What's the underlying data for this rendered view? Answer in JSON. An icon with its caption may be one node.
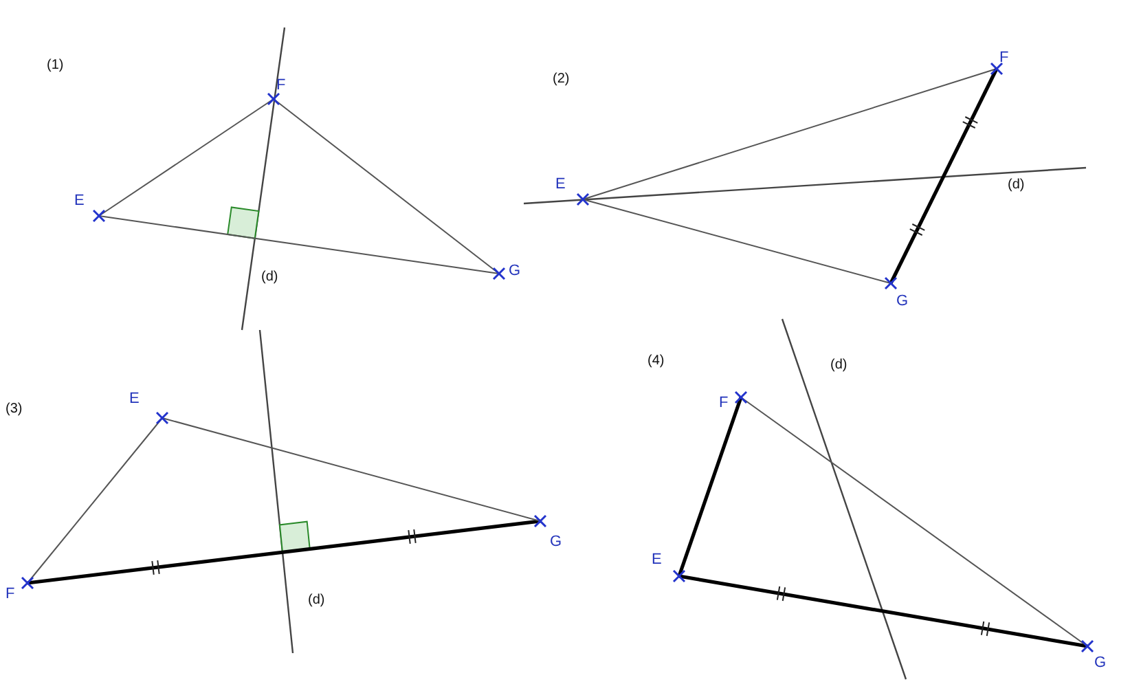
{
  "diagram": {
    "nodes": [
      {
        "text": [
          "E"
        ]
      },
      {
        "text": [
          "F"
        ]
      },
      {
        "text": [
          "G"
        ]
      },
      {
        "text": [
          "E"
        ]
      },
      {
        "text": [
          "F"
        ]
      },
      {
        "text": [
          "G"
        ]
      },
      {
        "text": [
          "E"
        ]
      },
      {
        "text": [
          "F"
        ]
      },
      {
        "text": [
          "G"
        ]
      },
      {
        "text": [
          "F"
        ]
      },
      {
        "text": [
          "E"
        ]
      },
      {
        "text": [
          "G"
        ]
      }
    ],
    "edges": [
      {
        "from": 0,
        "to": 1,
        "arrow": "none"
      },
      {
        "from": 1,
        "to": 2,
        "arrow": "none"
      },
      {
        "from": 2,
        "to": 0,
        "arrow": "none"
      },
      {
        "from": 3,
        "to": 4,
        "arrow": "none"
      },
      {
        "from": 4,
        "to": 5,
        "arrow": "none",
        "style": "thick"
      },
      {
        "from": 5,
        "to": 3,
        "arrow": "none"
      },
      {
        "from": 6,
        "to": 7,
        "arrow": "none"
      },
      {
        "from": 7,
        "to": 8,
        "arrow": "none",
        "style": "thick"
      },
      {
        "from": 8,
        "to": 6,
        "arrow": "none"
      },
      {
        "from": 9,
        "to": 10,
        "arrow": "none",
        "style": "thick"
      },
      {
        "from": 10,
        "to": 11,
        "arrow": "none",
        "style": "thick"
      },
      {
        "from": 11,
        "to": 9,
        "arrow": "none"
      }
    ],
    "labels": [
      "(1)",
      "(d)",
      "(2)",
      "(d)",
      "(3)",
      "(d)",
      "(4)",
      "(d)"
    ]
  }
}
